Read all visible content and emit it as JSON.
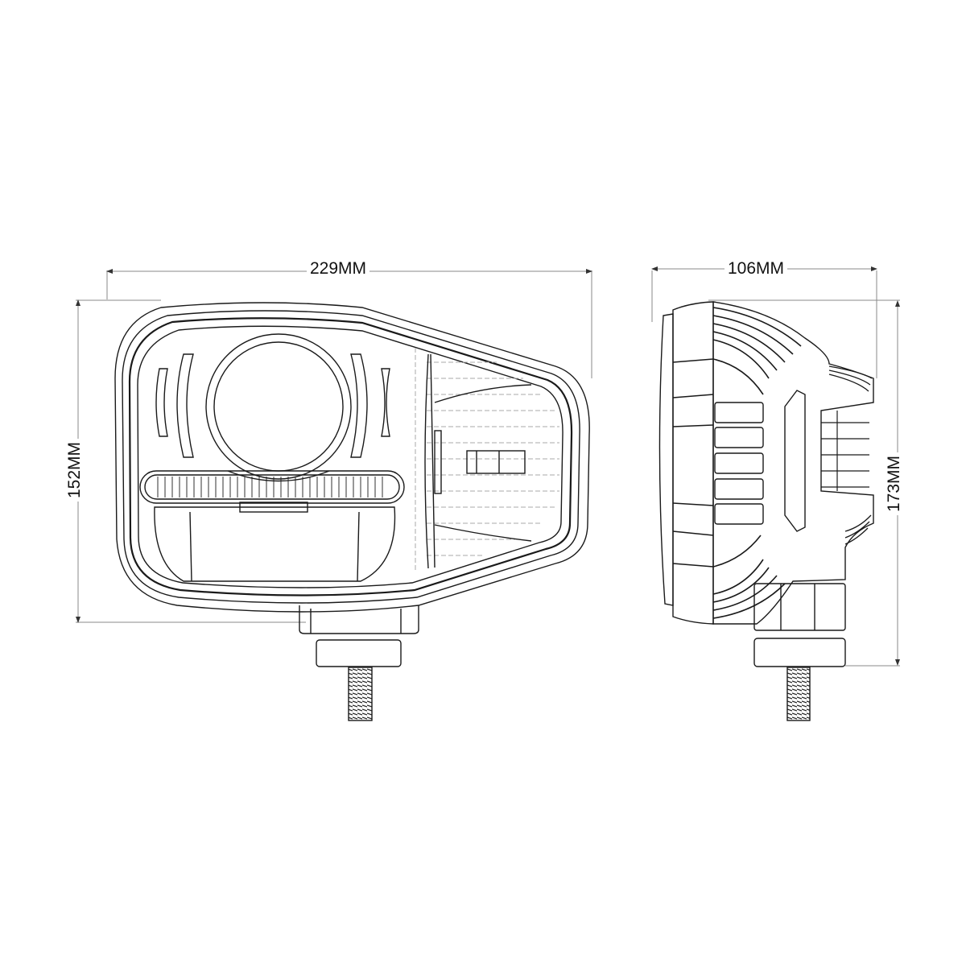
{
  "diagram": {
    "type": "technical dimension drawing",
    "subject": "LED work/head light with mounting bolt",
    "stroke_color": "#1a1a1a",
    "dimension_line_color": "#8a8a8a",
    "background": "#ffffff"
  },
  "front_view": {
    "width_label": "229MM",
    "height_label": "152MM"
  },
  "side_view": {
    "depth_label": "106MM",
    "height_label": "173MM"
  }
}
